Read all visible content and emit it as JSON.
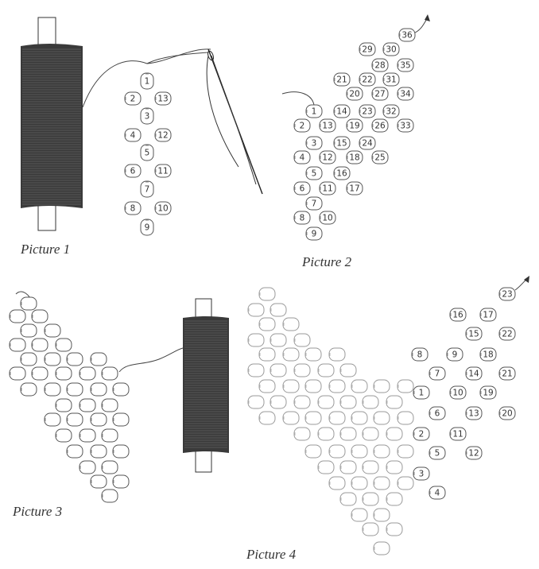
{
  "captions": {
    "p1": "Picture 1",
    "p2": "Picture 2",
    "p3": "Picture 3",
    "p4": "Picture 4"
  },
  "picture1": {
    "beads": [
      "1",
      "2",
      "13",
      "3",
      "4",
      "12",
      "5",
      "6",
      "11",
      "7",
      "8",
      "10",
      "9"
    ]
  },
  "picture2": {
    "beads": [
      "36",
      "29",
      "30",
      "28",
      "35",
      "21",
      "22",
      "31",
      "20",
      "27",
      "34",
      "1",
      "14",
      "23",
      "32",
      "2",
      "13",
      "19",
      "26",
      "33",
      "3",
      "15",
      "24",
      "4",
      "12",
      "18",
      "25",
      "5",
      "16",
      "6",
      "11",
      "17",
      "7",
      "8",
      "10",
      "9"
    ]
  },
  "picture4": {
    "beads": [
      "23",
      "16",
      "17",
      "15",
      "22",
      "8",
      "9",
      "18",
      "7",
      "14",
      "21",
      "1",
      "10",
      "19",
      "6",
      "13",
      "20",
      "2",
      "11",
      "5",
      "12",
      "3",
      "4"
    ]
  }
}
